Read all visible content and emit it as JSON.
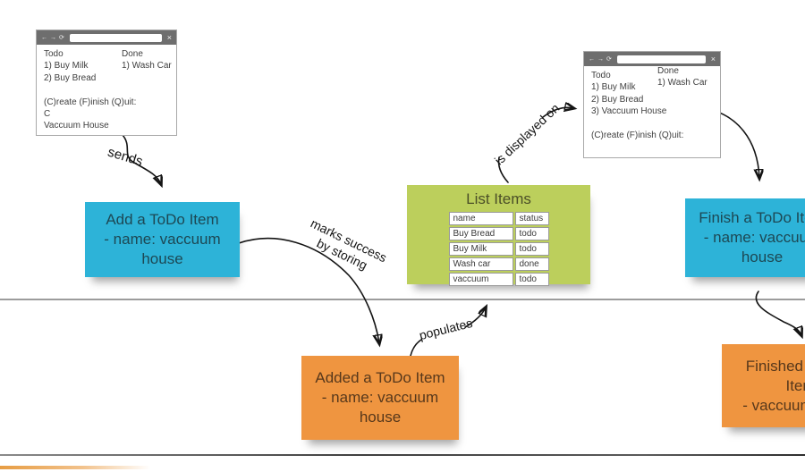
{
  "colors": {
    "sticky_blue": "#2db3d8",
    "sticky_orange": "#ef9540",
    "sticky_green": "#bccf5c",
    "titlebar_gray": "#6e6e6e",
    "mid_line": "#9c9c9c",
    "bottom_line": "#3f3f3f",
    "orange_strip": "#e79d43"
  },
  "icons": {
    "back": "←",
    "forward": "→",
    "refresh": "⟳",
    "close": "×"
  },
  "labels": {
    "sends": "sends",
    "marks_success_line1": "marks success",
    "marks_success_line2": "by storing",
    "populates": "populates",
    "is_displayed_on": "is displayed on"
  },
  "windows": {
    "before": {
      "todo_header": "Todo",
      "todo_items": [
        "1) Buy Milk",
        "2) Buy Bread"
      ],
      "done_header": "Done",
      "done_items": [
        "1) Wash Car"
      ],
      "prompt": "(C)reate (F)inish (Q)uit:",
      "typed_line1": "C",
      "typed_line2": "Vaccuum House"
    },
    "after": {
      "todo_header": "Todo",
      "todo_items": [
        "1) Buy Milk",
        "2) Buy Bread",
        "3) Vaccuum House"
      ],
      "done_header": "Done",
      "done_items": [
        "1) Wash Car"
      ],
      "prompt": "(C)reate (F)inish (Q)uit:"
    }
  },
  "stickies": {
    "add_command": {
      "lines": [
        "Add a ToDo Item",
        "- name: vaccuum",
        "house"
      ]
    },
    "added_event": {
      "lines": [
        "Added a ToDo Item",
        "- name: vaccuum",
        "house"
      ]
    },
    "finish_command": {
      "lines": [
        "Finish a ToDo Item",
        "- name: vaccuum",
        "house"
      ]
    },
    "finished_event": {
      "lines": [
        "Finished a ToDo",
        "Item",
        "- vaccuum house"
      ]
    },
    "list_items": {
      "title": "List Items",
      "table": {
        "headers": [
          "name",
          "status"
        ],
        "rows": [
          [
            "Buy Bread",
            "todo"
          ],
          [
            "Buy Milk",
            "todo"
          ],
          [
            "Wash car",
            "done"
          ],
          [
            "vaccuum",
            "todo"
          ]
        ]
      }
    }
  }
}
